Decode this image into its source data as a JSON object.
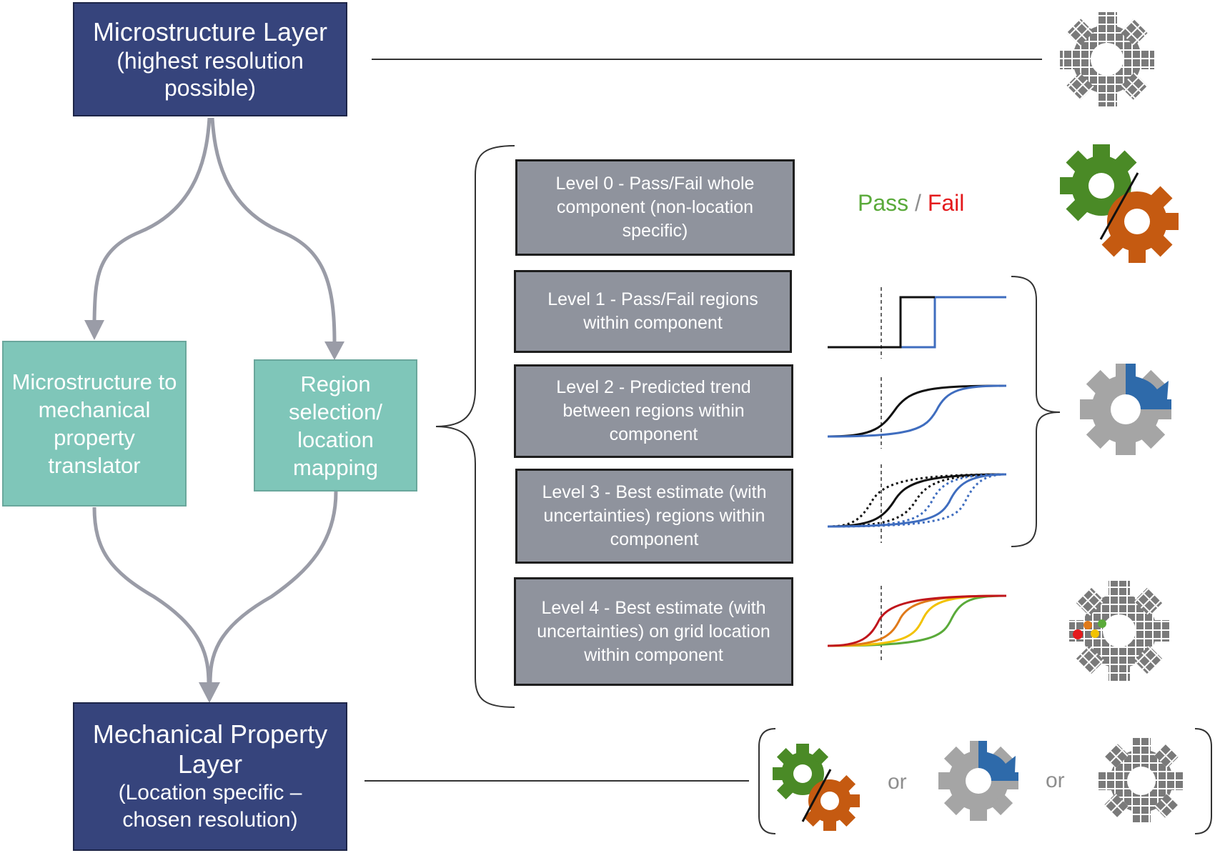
{
  "top_box": {
    "title": "Microstructure Layer",
    "subtitle": "(highest resolution possible)"
  },
  "bottom_box": {
    "title": "Mechanical Property Layer",
    "subtitle": "(Location specific – chosen resolution)"
  },
  "left_mid_box": {
    "label": "Microstructure to mechanical property translator"
  },
  "right_mid_box": {
    "label": "Region selection/ location mapping"
  },
  "levels": [
    {
      "label": "Level 0 - Pass/Fail whole component (non-location specific)"
    },
    {
      "label": "Level 1 - Pass/Fail regions within component"
    },
    {
      "label": "Level 2 - Predicted trend between regions within component"
    },
    {
      "label": "Level 3 - Best estimate (with uncertainties) regions within component"
    },
    {
      "label": "Level 4 - Best estimate (with uncertainties) on grid location within component"
    }
  ],
  "pass_label": "Pass",
  "slash": " / ",
  "fail_label": "Fail",
  "or_1": "or",
  "or_2": "or",
  "colors": {
    "navy": "#36447c",
    "teal": "#7fc6b9",
    "level_box": "#8f939d",
    "arrow": "#9a9ca7",
    "pass_green": "#5aaa3a",
    "fail_red": "#e41a1c",
    "gear_green": "#4a8a26",
    "gear_orange": "#c55a11",
    "gear_grey": "#a5a5a5",
    "gear_blue": "#2e6aaa",
    "grid_gear": "#7a7a7a",
    "curve_black": "#111111",
    "curve_blue": "#3f6dbf"
  },
  "icons": [
    "grid-gear-icon",
    "split-pass-fail-gear-icon",
    "region-gear-icon",
    "grid-gear-with-dots-icon"
  ]
}
